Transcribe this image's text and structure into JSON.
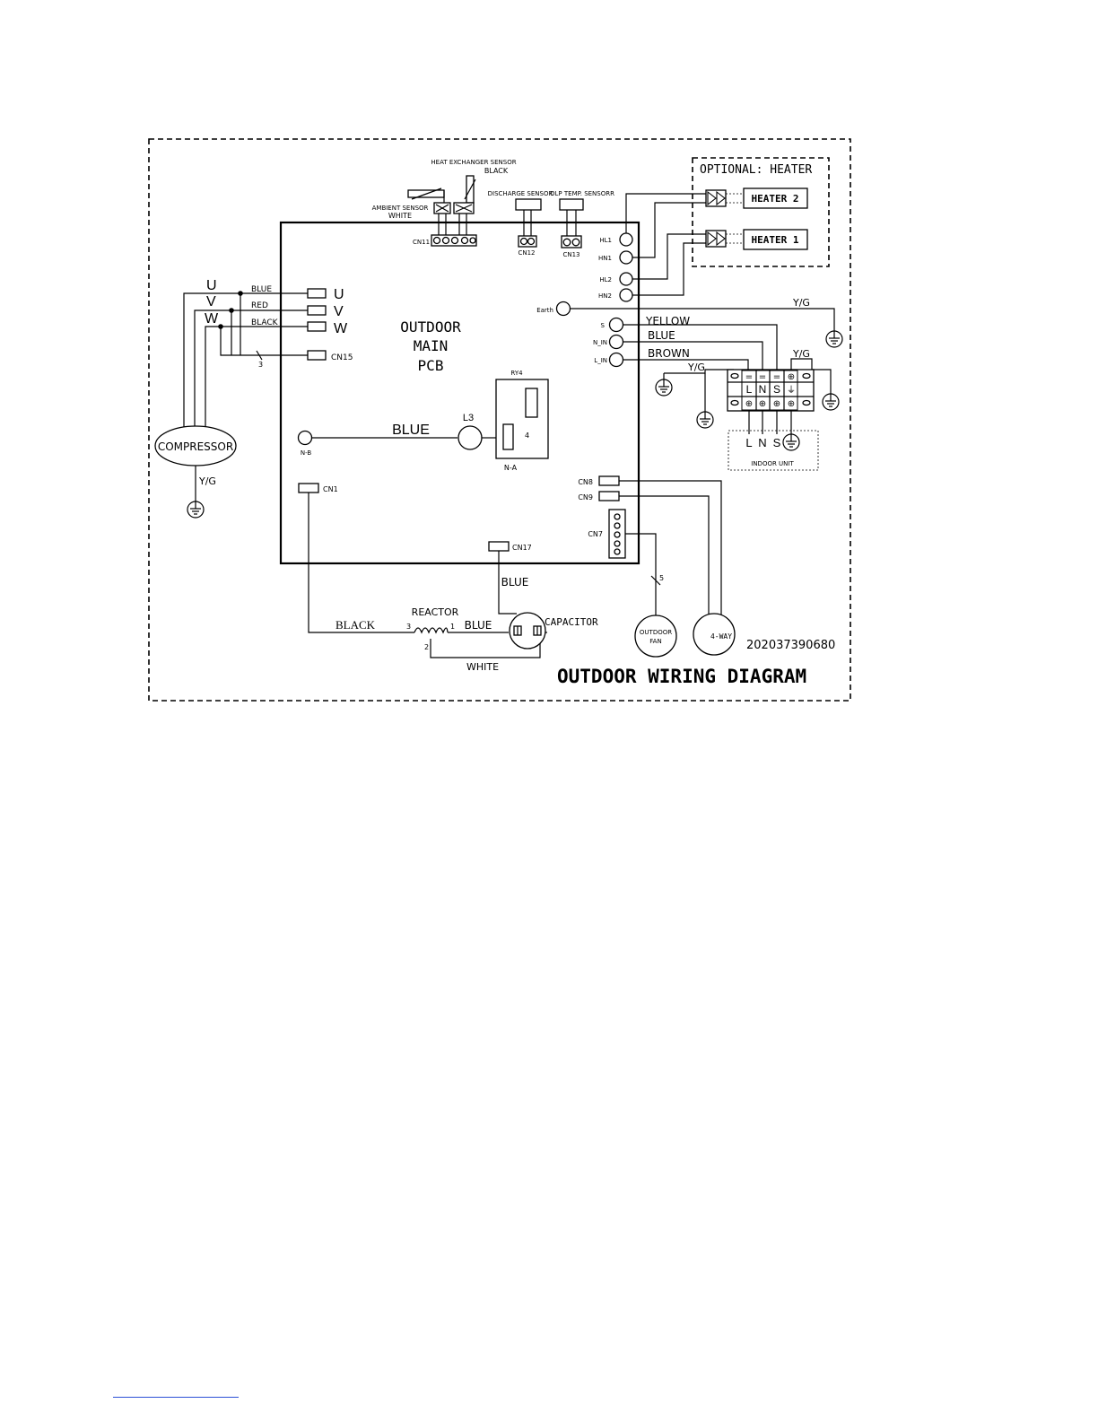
{
  "title": "OUTDOOR WIRING DIAGRAM",
  "part_number": "202037390680",
  "pcb": {
    "line1": "OUTDOOR",
    "line2": "MAIN",
    "line3": "PCB"
  },
  "optional": {
    "title": "OPTIONAL: HEATER",
    "heater2": "HEATER 2",
    "heater1": "HEATER 1"
  },
  "sensors": {
    "heat_exchanger": "HEAT EXCHANGER SENSOR",
    "heat_exchanger_color": "BLACK",
    "ambient": "AMBIENT SENSOR",
    "ambient_color": "WHITE",
    "discharge": "DISCHARGE SENSOR",
    "olp": "OLP TEMP. SENSORR"
  },
  "connectors": {
    "cn11": "CN11",
    "cn12": "CN12",
    "cn13": "CN13",
    "cn15": "CN15",
    "cn1": "CN1",
    "cn17": "CN17",
    "cn8": "CN8",
    "cn9": "CN9",
    "cn7": "CN7",
    "u": "U",
    "v": "V",
    "w": "W",
    "hl1": "HL1",
    "hn1": "HN1",
    "hl2": "HL2",
    "hn2": "HN2",
    "earth": "Earth",
    "s": "S",
    "n_in": "N_IN",
    "l_in": "L_IN",
    "nb": "N-B",
    "na": "N-A",
    "ry4": "RY4",
    "l3": "L3",
    "ry4_pin": "4"
  },
  "wires": {
    "blue": "BLUE",
    "red": "RED",
    "black": "BLACK",
    "yellow": "YELLOW",
    "brown": "BROWN",
    "white": "WHITE",
    "yg": "Y/G"
  },
  "labels": {
    "u": "U",
    "v": "V",
    "w": "W",
    "three": "3",
    "five": "5",
    "compressor": "COMPRESSOR",
    "reactor": "REACTOR",
    "capacitor": "CAPACITOR",
    "outdoor_fan_line1": "OUTDOOR",
    "outdoor_fan_line2": "FAN",
    "four_way": "4-WAY",
    "indoor_unit": "INDOOR UNIT",
    "reactor_pin3": "3",
    "reactor_pin1": "1",
    "reactor_pin2": "2",
    "term_l": "L",
    "term_n": "N",
    "term_s": "S"
  }
}
